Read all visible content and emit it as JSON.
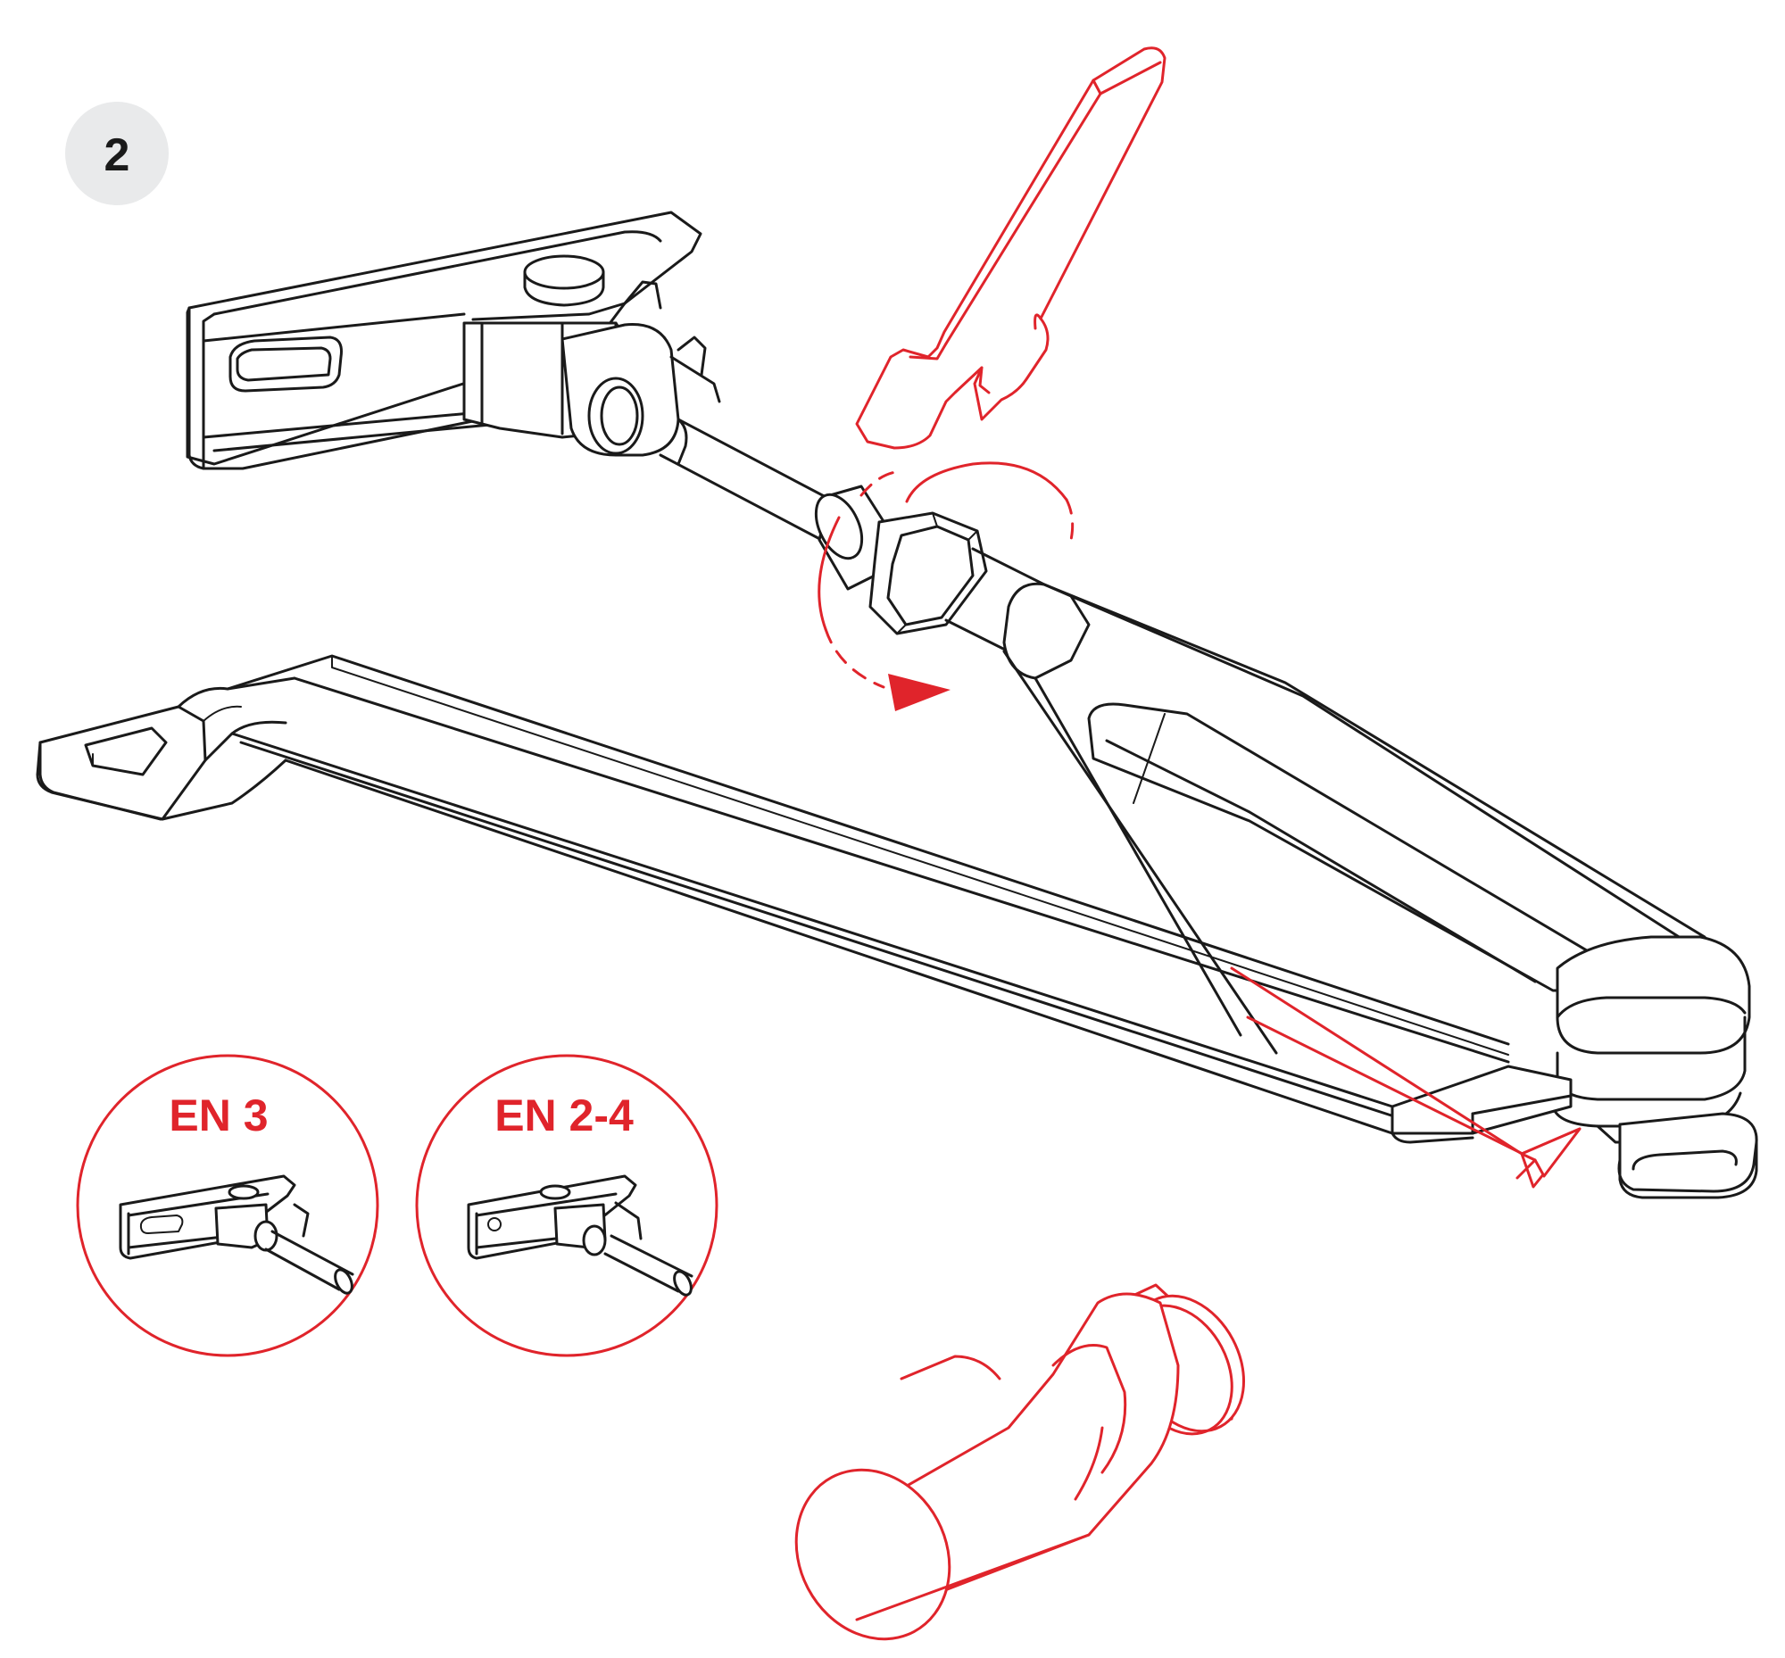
{
  "step": {
    "number": "2"
  },
  "variants": [
    {
      "label": "EN 3"
    },
    {
      "label": "EN 2-4"
    }
  ],
  "colors": {
    "accent": "#e0242b",
    "line": "#1a1a1a",
    "badge": "#e9eaeb"
  },
  "icons": {
    "wrench": "wrench-icon",
    "screwdriver": "screwdriver-icon",
    "rotate": "rotate-arrow-icon"
  }
}
